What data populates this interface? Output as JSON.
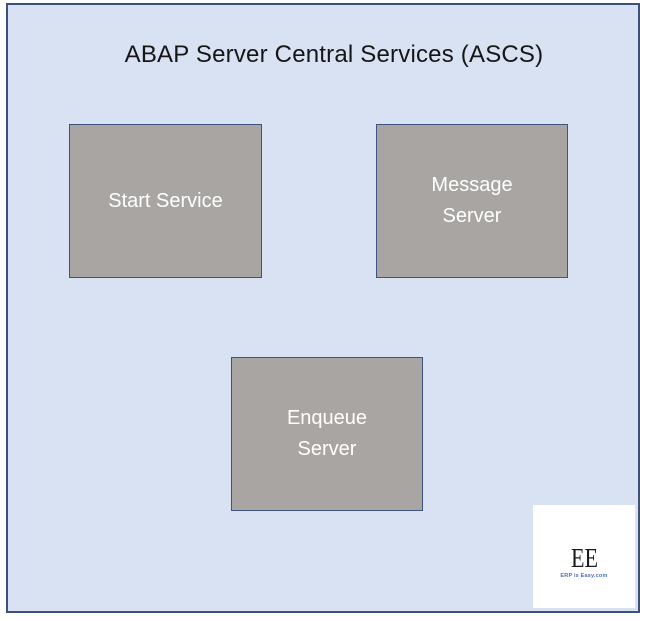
{
  "diagram": {
    "title": "ABAP Server Central Services (ASCS)",
    "nodes": [
      {
        "id": "start-service",
        "label": "Start Service"
      },
      {
        "id": "message-server",
        "label": "Message\nServer"
      },
      {
        "id": "enqueue-server",
        "label": "Enqueue\nServer"
      }
    ]
  },
  "logo": {
    "monogram": "EE",
    "caption": "ERP is Easy.com"
  },
  "colors": {
    "canvas_fill": "#d9e2f2",
    "canvas_border": "#3a527c",
    "node_fill": "#a8a5a2",
    "node_border": "#3d5482",
    "node_text": "#ffffff",
    "title_text": "#161616",
    "logo_caption": "#4a6fc0"
  }
}
